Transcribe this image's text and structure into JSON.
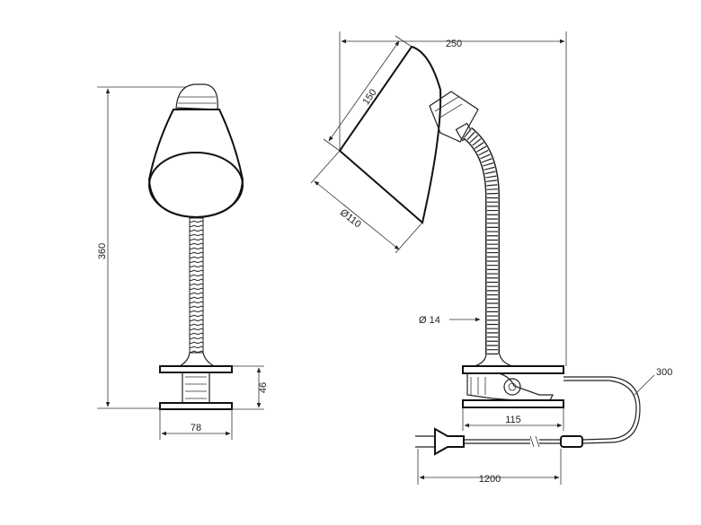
{
  "dimensions": {
    "front_height": "360",
    "front_clamp_height": "46",
    "front_width": "78",
    "side_width": "250",
    "shade_length": "150",
    "shade_diameter": "Ø110",
    "arm_diameter": "Ø 14",
    "clamp_width": "115",
    "cable_length": "1200",
    "cord_length": "300"
  }
}
